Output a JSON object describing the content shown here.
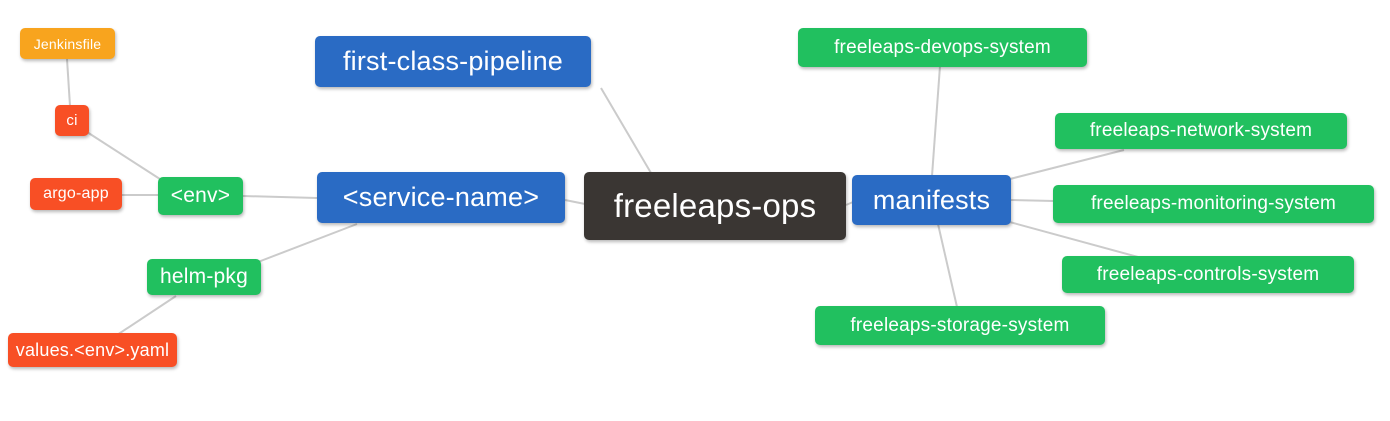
{
  "colors": {
    "blue": "#2a6bc4",
    "green": "#21c05f",
    "orange": "#f8a41e",
    "red": "#f84f25",
    "dark": "#3a3633",
    "edge": "#cbcbcb",
    "text": "#ffffff",
    "background": "#ffffff"
  },
  "nodes": {
    "jenkinsfile": {
      "label": "Jenkinsfile",
      "color": "#f8a41e"
    },
    "ci": {
      "label": "ci",
      "color": "#f84f25"
    },
    "argo_app": {
      "label": "argo-app",
      "color": "#f84f25"
    },
    "env": {
      "label": "<env>",
      "color": "#21c05f"
    },
    "service_name": {
      "label": "<service-name>",
      "color": "#2a6bc4"
    },
    "pipeline": {
      "label": "first-class-pipeline",
      "color": "#2a6bc4"
    },
    "ops": {
      "label": "freeleaps-ops",
      "color": "#3a3633"
    },
    "manifests": {
      "label": "manifests",
      "color": "#2a6bc4"
    },
    "devops": {
      "label": "freeleaps-devops-system",
      "color": "#21c05f"
    },
    "network": {
      "label": "freeleaps-network-system",
      "color": "#21c05f"
    },
    "monitoring": {
      "label": "freeleaps-monitoring-system",
      "color": "#21c05f"
    },
    "controls": {
      "label": "freeleaps-controls-system",
      "color": "#21c05f"
    },
    "storage": {
      "label": "freeleaps-storage-system",
      "color": "#21c05f"
    },
    "helm_pkg": {
      "label": "helm-pkg",
      "color": "#21c05f"
    },
    "values_yaml": {
      "label": "values.<env>.yaml",
      "color": "#f84f25"
    }
  },
  "edges": [
    {
      "from": "jenkinsfile",
      "to": "ci"
    },
    {
      "from": "ci",
      "to": "env"
    },
    {
      "from": "argo_app",
      "to": "env"
    },
    {
      "from": "env",
      "to": "service_name"
    },
    {
      "from": "service_name",
      "to": "helm_pkg"
    },
    {
      "from": "helm_pkg",
      "to": "values_yaml"
    },
    {
      "from": "service_name",
      "to": "ops"
    },
    {
      "from": "pipeline",
      "to": "ops"
    },
    {
      "from": "ops",
      "to": "manifests"
    },
    {
      "from": "manifests",
      "to": "devops"
    },
    {
      "from": "manifests",
      "to": "network"
    },
    {
      "from": "manifests",
      "to": "monitoring"
    },
    {
      "from": "manifests",
      "to": "controls"
    },
    {
      "from": "manifests",
      "to": "storage"
    }
  ]
}
